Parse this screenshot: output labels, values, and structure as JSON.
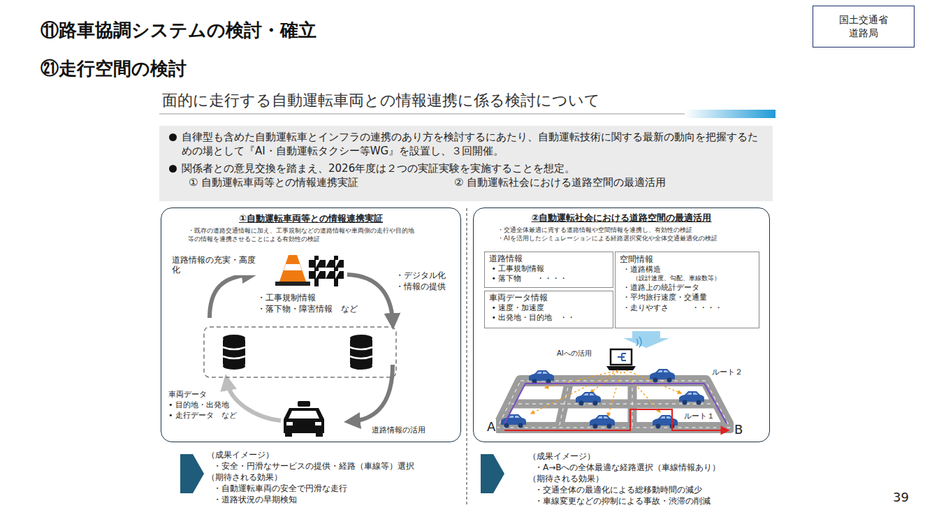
{
  "diagram": {
    "title": "⑪路車協調システムの検討・確立",
    "nodes": [
      {
        "text": [
          "国土交通省 道路局"
        ]
      },
      {
        "text": [
          "自律型も含めた自動運転車とインフラの連携のあり方を検討するにあたり、自動運転技術に関する最新の動向を把握するための場として『AI・自動運転タクシー等WG』を設置し、３回開催。",
          "関係者との意見交換を踏まえ、2026年度は２つの実証実験を実施することを想定。",
          "① 自動運転車両等との情報連携実証",
          "② 自動運転社会における道路空間の最適活用"
        ]
      },
      {
        "text": [
          "①自動運転車両等との情報連携実証",
          "・既存の道路交通情報に加え、工事規制などの道路情報や車両側の走行や目的地等の情報を連携させることによる有効性の検証"
        ]
      },
      {
        "text": [
          "②自動運転社会における道路空間の最適活用",
          "・交通全体最適に資する道路情報や空間情報を連携し、有効性の検証",
          "・AIを活用したシミュレーションによる経路選択変化や全体交通最適化の検証"
        ]
      },
      {
        "text": [
          "道路情報",
          "• 工事規制情報",
          "• 落下物　　・・・・"
        ],
        "in": 3
      },
      {
        "text": [
          "空間情報",
          "・道路構造",
          "（設計速度、勾配、車線数等）",
          "・道路上の統計データ",
          "・平均旅行速度・交通量",
          "・走りやすさ　　　・・・・"
        ],
        "in": 3
      },
      {
        "text": [
          "車両データ情報",
          "• 速度・加速度",
          "• 出発地・目的地　・・"
        ],
        "in": 3
      }
    ],
    "labels": [
      "㉑走行空間の検討",
      "面的に走行する自動運転車両との情報連携に係る検討について",
      "道路情報の充実・高度化",
      "・工事規制情報",
      "・落下物・障害情報　など",
      "・デジタル化",
      "・情報の提供",
      "車両データ",
      "• 目的地・出発地",
      "• 走行データ　など",
      "道路情報の活用",
      "AIへの活用",
      "ルート２",
      "ルート１",
      "A",
      "B",
      "（成果イメージ）",
      "・安全・円滑なサービスの提供・経路（車線等）選択",
      "（期待される効果）",
      "・自動運転車両の安全で円滑な走行",
      "・道路状況の早期検知",
      "（成果イメージ）",
      "・A→Bへの全体最適な経路選択（車線情報あり）",
      "（期待される効果）",
      "・交通全体の最適化による総移動時間の減少",
      "・車線変更などの抑制による事故・渋滞の削減",
      "39"
    ]
  }
}
